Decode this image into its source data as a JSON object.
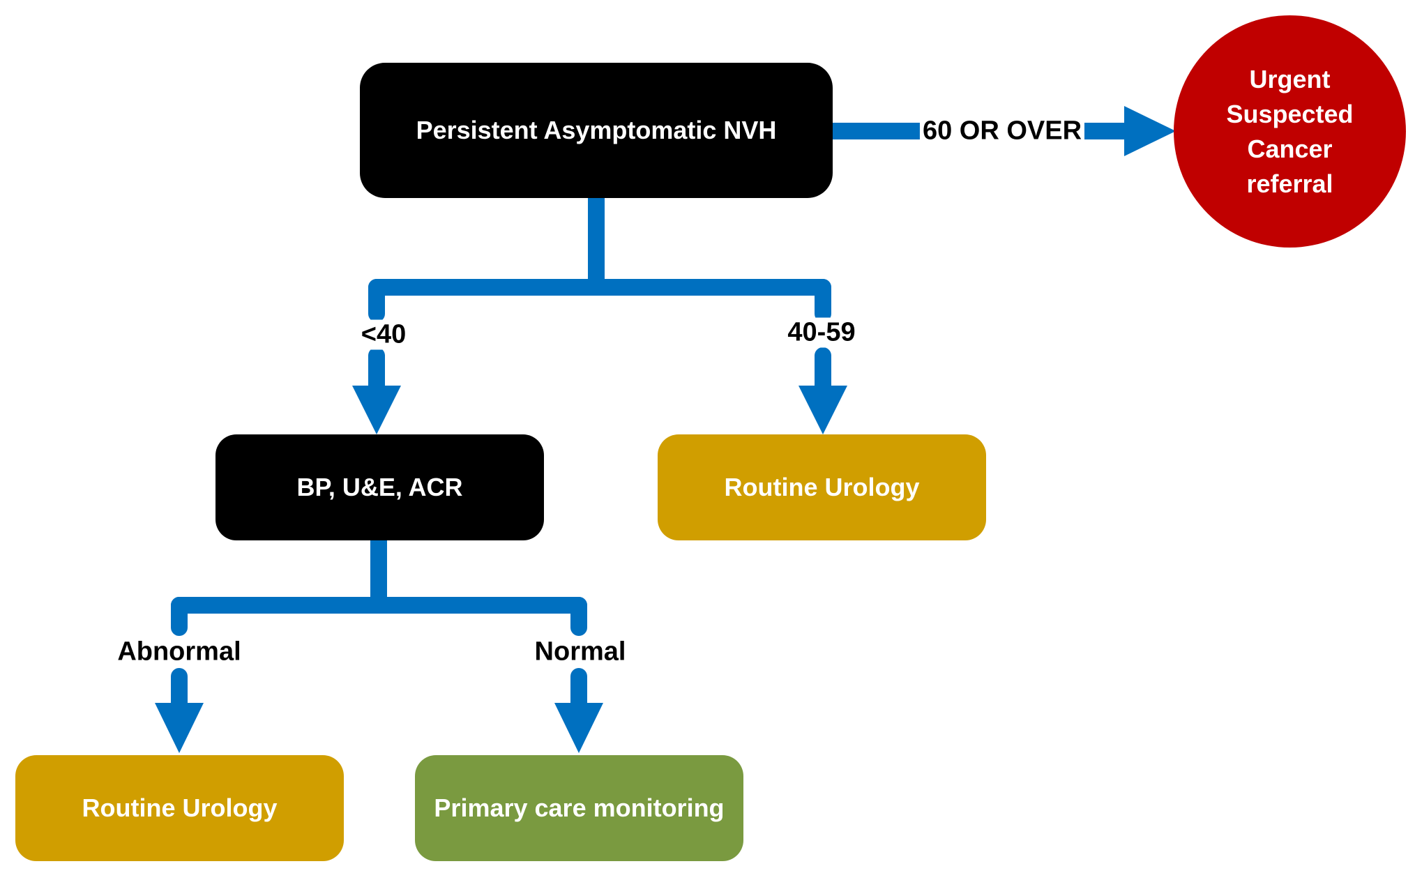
{
  "colors": {
    "connector": "#0070c0",
    "decision_box": "#000000",
    "routine_box": "#d09e00",
    "monitoring_box": "#7a9a40",
    "urgent_circle": "#c00000",
    "node_text": "#ffffff",
    "label_text": "#000000"
  },
  "nodes": {
    "start": "Persistent Asymptomatic NVH",
    "urgent": "Urgent Suspected Cancer referral",
    "tests": "BP, U&E, ACR",
    "routine_urology_top": "Routine Urology",
    "routine_urology_bottom": "Routine Urology",
    "primary_care": "Primary care monitoring"
  },
  "edges": {
    "age_60_or_over": "60 OR OVER",
    "age_under_40": "<40",
    "age_40_59": "40-59",
    "abnormal": "Abnormal",
    "normal": "Normal"
  }
}
